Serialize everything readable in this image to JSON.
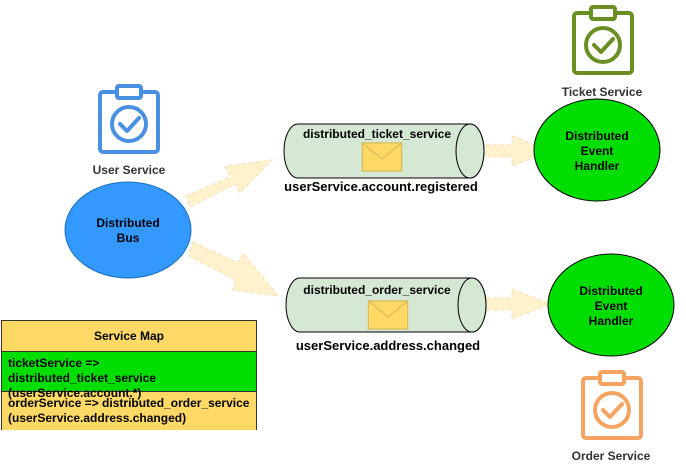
{
  "services": {
    "user": {
      "label": "User Service",
      "color": "#4a90e2",
      "icon": "clipboard-check-icon"
    },
    "ticket": {
      "label": "Ticket Service",
      "color": "#6b8e23",
      "icon": "clipboard-check-icon"
    },
    "order": {
      "label": "Order Service",
      "color": "#f4a460",
      "icon": "clipboard-check-icon"
    }
  },
  "bus": {
    "line1": "Distributed",
    "line2": "Bus",
    "color": "#3399ff"
  },
  "handlers": [
    {
      "line1": "Distributed",
      "line2": "Event",
      "line3": "Handler",
      "color": "#00dd00"
    },
    {
      "line1": "Distributed",
      "line2": "Event",
      "line3": "Handler",
      "color": "#00dd00"
    }
  ],
  "queues": [
    {
      "name": "distributed_ticket_service",
      "routing_key": "userService.account.registered",
      "icon": "envelope-icon"
    },
    {
      "name": "distributed_order_service",
      "routing_key": "userService.address.changed",
      "icon": "envelope-icon"
    }
  ],
  "service_map": {
    "title": "Service Map",
    "rows": [
      {
        "line1": "ticketService => distributed_ticket_service",
        "line2": "(userService.account.*)",
        "color": "#00dd00"
      },
      {
        "line1": "orderService => distributed_order_service",
        "line2": "(userService.address.changed)",
        "color": "#ffd966"
      }
    ]
  }
}
